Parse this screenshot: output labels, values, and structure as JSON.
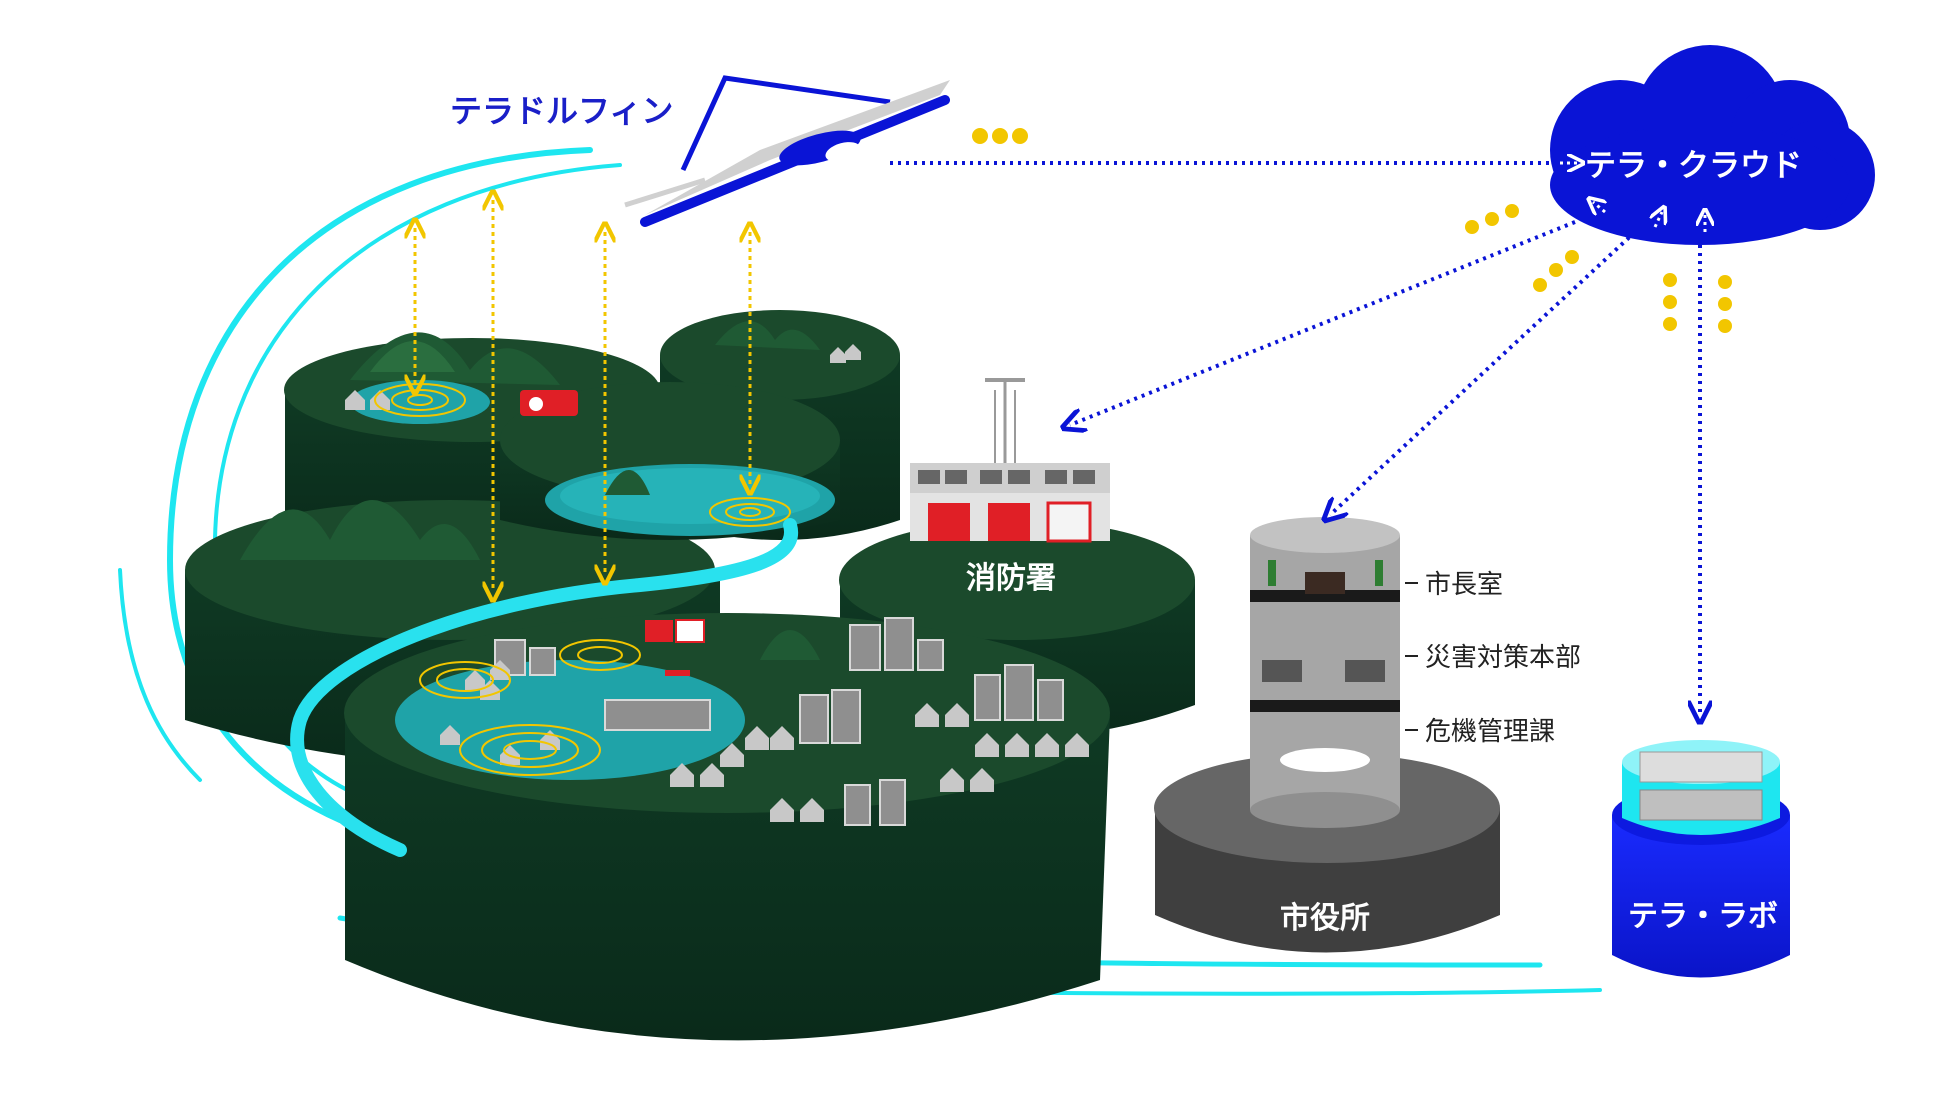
{
  "labels": {
    "drone": "テラドルフィン",
    "cloud": "テラ・クラウド",
    "fire_station": "消防署",
    "city_hall": "市役所",
    "lab": "テラ・ラボ",
    "floor_mayor": "市長室",
    "floor_disaster_hq": "災害対策本部",
    "floor_crisis": "危機管理課"
  },
  "colors": {
    "brand_blue": "#0a14d6",
    "title_blue": "#1a1fc8",
    "island_top": "#1b4a2c",
    "island_side": "#0d3320",
    "water": "#1fa3a8",
    "river": "#29e1ee",
    "signal_dots": "#f2c600",
    "fire_red": "#e01f26",
    "hall_gray": "#4a4a4a",
    "tower_gray": "#a6a6a6",
    "cyan_line": "#1ee6f0"
  },
  "icons": {
    "drone": "fixed-wing-drone-icon",
    "cloud": "cloud-icon",
    "fire_station": "fire-station-icon",
    "lab": "lab-server-icon"
  }
}
